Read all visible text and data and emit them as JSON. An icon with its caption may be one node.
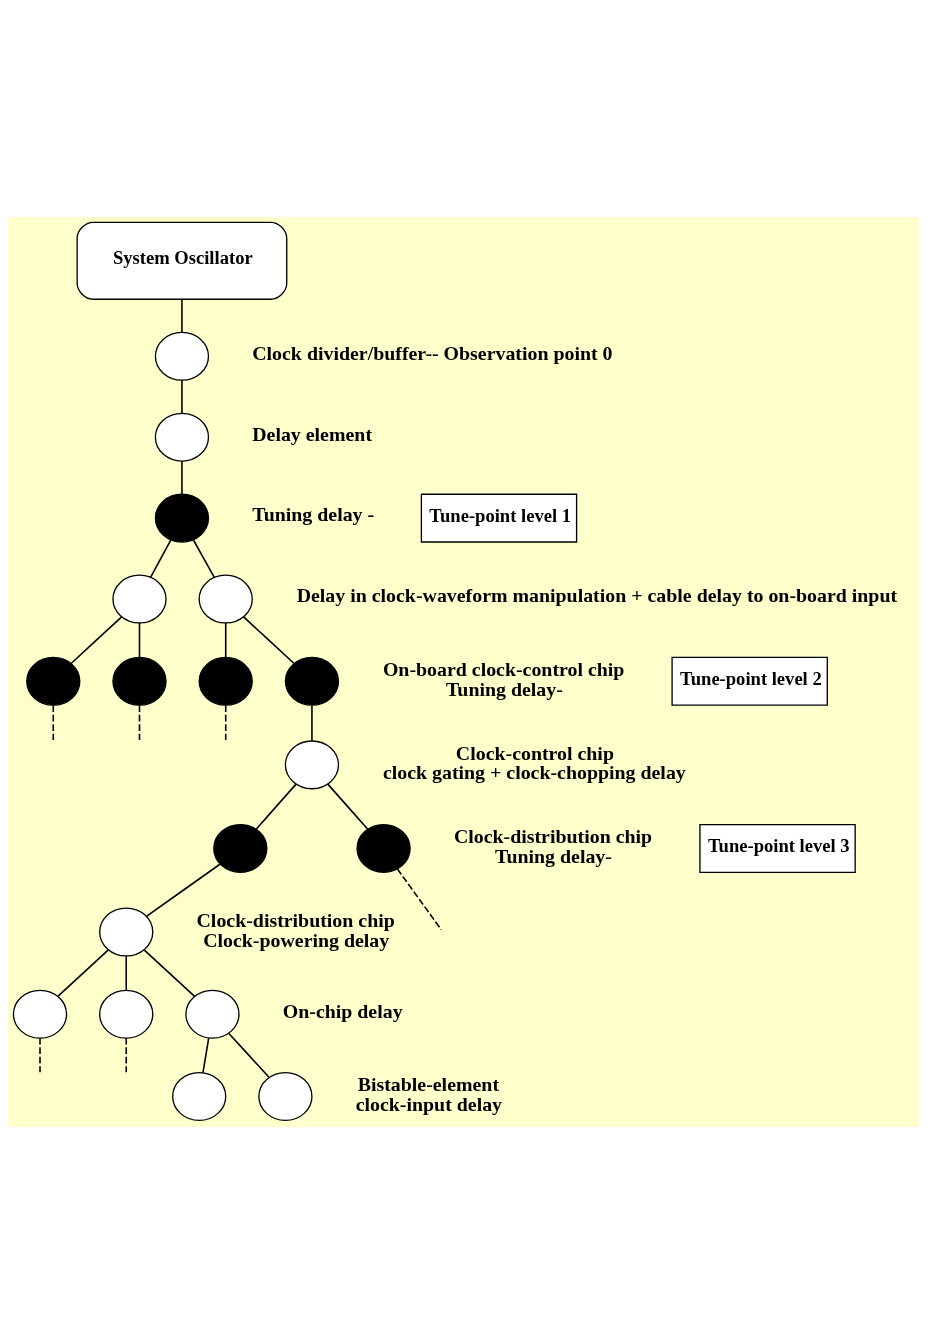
{
  "diagram": {
    "nodes": [
      {
        "text": [
          "System Oscillator"
        ]
      },
      {
        "text": [],
        "shape": "circle",
        "beside": [
          "Clock divider/buffer-- Observation point 0"
        ]
      },
      {
        "text": [],
        "shape": "circle",
        "beside": [
          "Delay element"
        ]
      },
      {
        "text": [],
        "shape": "circle",
        "beside": [
          "Tuning delay -"
        ]
      },
      {
        "text": [
          "Tune-point level 1"
        ]
      },
      {
        "text": [],
        "shape": "circle"
      },
      {
        "text": [],
        "shape": "circle",
        "beside": [
          "Delay in clock-waveform manipulation + cable delay to on-board input"
        ]
      },
      {
        "text": [],
        "shape": "circle"
      },
      {
        "text": [],
        "shape": "circle"
      },
      {
        "text": [],
        "shape": "circle"
      },
      {
        "text": [],
        "shape": "circle",
        "beside": [
          "On-board clock-control chip",
          "Tuning delay-"
        ]
      },
      {
        "text": [
          "Tune-point level 2"
        ]
      },
      {
        "text": [],
        "shape": "circle",
        "beside": [
          "Clock-control chip",
          "clock gating + clock-chopping delay"
        ]
      },
      {
        "text": [],
        "shape": "circle"
      },
      {
        "text": [],
        "shape": "circle",
        "beside": [
          "Clock-distribution chip",
          "Tuning delay-"
        ]
      },
      {
        "text": [
          "Tune-point level 3"
        ]
      },
      {
        "text": [],
        "shape": "circle",
        "beside": [
          "Clock-distribution chip",
          "Clock-powering delay"
        ]
      },
      {
        "text": [],
        "shape": "circle"
      },
      {
        "text": [],
        "shape": "circle"
      },
      {
        "text": [],
        "shape": "circle",
        "beside": [
          "On-chip delay"
        ]
      },
      {
        "text": [],
        "shape": "circle"
      },
      {
        "text": [],
        "shape": "circle",
        "beside": [
          "Bistable-element",
          "clock-input delay"
        ]
      }
    ],
    "edges": [
      {
        "from": 0,
        "to": 1,
        "arrow": "none"
      },
      {
        "from": 1,
        "to": 2,
        "arrow": "none"
      },
      {
        "from": 2,
        "to": 3,
        "arrow": "none"
      },
      {
        "from": 3,
        "to": 5,
        "arrow": "none"
      },
      {
        "from": 3,
        "to": 6,
        "arrow": "none"
      },
      {
        "from": 5,
        "to": 7,
        "arrow": "none"
      },
      {
        "from": 5,
        "to": 8,
        "arrow": "none"
      },
      {
        "from": 6,
        "to": 9,
        "arrow": "none"
      },
      {
        "from": 6,
        "to": 10,
        "arrow": "none"
      },
      {
        "from": 7,
        "to": null,
        "arrow": "none",
        "style": "dashed"
      },
      {
        "from": 8,
        "to": null,
        "arrow": "none",
        "style": "dashed"
      },
      {
        "from": 9,
        "to": null,
        "arrow": "none",
        "style": "dashed"
      },
      {
        "from": 10,
        "to": 12,
        "arrow": "none"
      },
      {
        "from": 12,
        "to": 13,
        "arrow": "none"
      },
      {
        "from": 12,
        "to": 14,
        "arrow": "none"
      },
      {
        "from": 14,
        "to": null,
        "arrow": "none",
        "style": "dashed"
      },
      {
        "from": 13,
        "to": 16,
        "arrow": "none"
      },
      {
        "from": 16,
        "to": 17,
        "arrow": "none"
      },
      {
        "from": 16,
        "to": 18,
        "arrow": "none"
      },
      {
        "from": 16,
        "to": 19,
        "arrow": "none"
      },
      {
        "from": 17,
        "to": null,
        "arrow": "none",
        "style": "dashed"
      },
      {
        "from": 18,
        "to": null,
        "arrow": "none",
        "style": "dashed"
      },
      {
        "from": 19,
        "to": 20,
        "arrow": "none"
      },
      {
        "from": 19,
        "to": 21,
        "arrow": "none"
      }
    ]
  }
}
